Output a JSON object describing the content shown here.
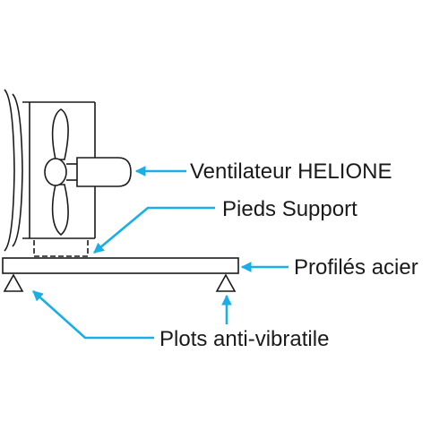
{
  "labels": {
    "fan": "Ventilateur HELIONE",
    "support": "Pieds Support",
    "profile": "Profilés acier",
    "plots": "Plots anti-vibratile"
  },
  "colors": {
    "line": "#1a1a1a",
    "arrow": "#19aee6",
    "background": "#ffffff"
  }
}
